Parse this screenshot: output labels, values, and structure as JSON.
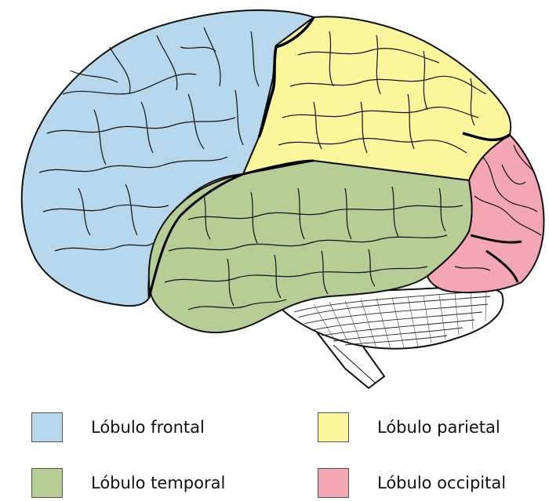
{
  "legend": [
    {
      "id": "frontal",
      "label": "Lóbulo frontal",
      "color": "#b7d8ec"
    },
    {
      "id": "parietal",
      "label": "Lóbulo parietal",
      "color": "#fbf59c"
    },
    {
      "id": "temporal",
      "label": "Lóbulo temporal",
      "color": "#b6cd96"
    },
    {
      "id": "occipital",
      "label": "Lóbulo occipital",
      "color": "#f3a6b3"
    }
  ],
  "colors": {
    "outline": "#111111",
    "cerebellum": "#ffffff",
    "background": "#ffffff"
  }
}
